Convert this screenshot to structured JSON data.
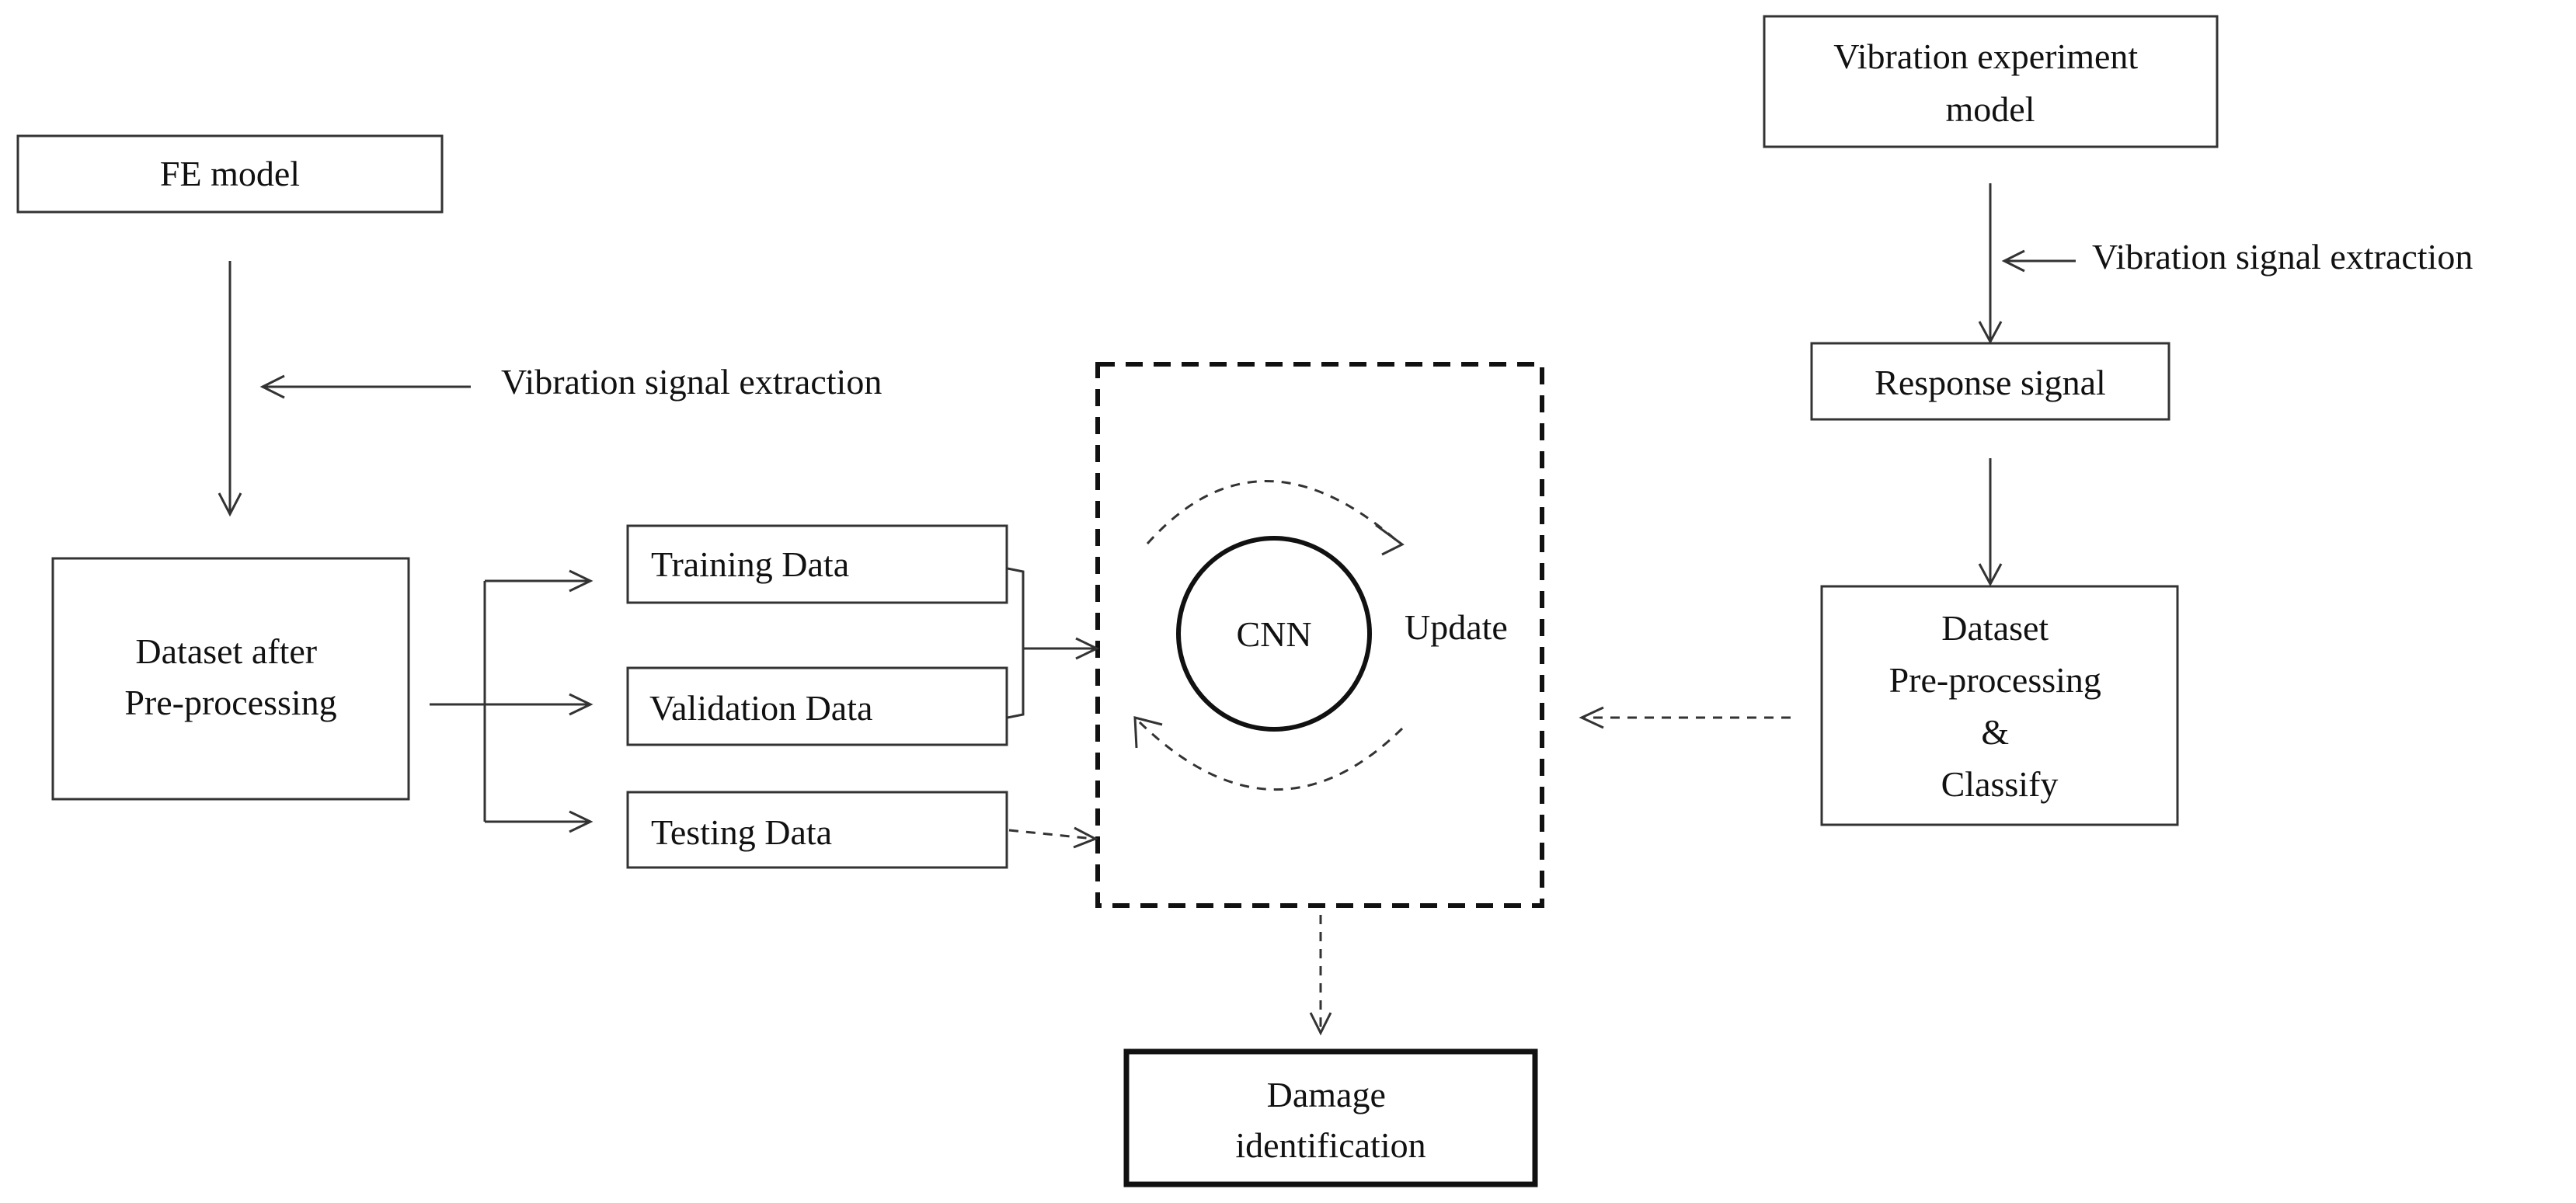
{
  "nodes": {
    "fe_model": [
      "FE model"
    ],
    "dataset_after": [
      "Dataset after",
      "Pre-processing"
    ],
    "training": [
      "Training  Data"
    ],
    "validation": [
      "Validation  Data"
    ],
    "testing": [
      "Testing Data"
    ],
    "cnn": [
      "CNN"
    ],
    "damage": [
      "Damage",
      "identification"
    ],
    "vib_exp": [
      "Vibration  experiment",
      "model"
    ],
    "response": [
      "Response signal"
    ],
    "dataset_classify": [
      "Dataset",
      "Pre-processing",
      "&",
      "Classify"
    ]
  },
  "labels": {
    "vib_extract_left": "Vibration  signal  extraction",
    "vib_extract_right": "Vibration  signal  extraction",
    "update": "Update"
  },
  "colors": {
    "stroke": "#333333",
    "text": "#111111",
    "background": "#ffffff"
  }
}
